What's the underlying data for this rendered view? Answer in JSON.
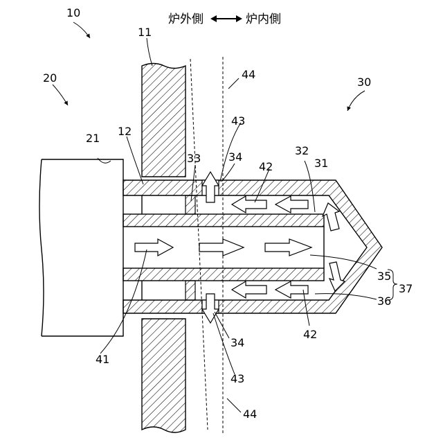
{
  "header": {
    "outside_side": "炉外側",
    "inside_side": "炉内側"
  },
  "labels": {
    "system": "10",
    "furnace_wall": "11",
    "wall_opening": "12",
    "unit_20": "20",
    "unit_20_body": "21",
    "lance": "30",
    "inner_tube": "31",
    "outer_tube": "32",
    "spacer": "33",
    "port": "34",
    "passage_35": "35",
    "passage_36": "36",
    "passage_group": "37",
    "flow_41": "41",
    "flow_42": "42",
    "flow_43": "43",
    "boundary_44": "44"
  },
  "colors": {
    "line": "#000000",
    "hatch": "#000000",
    "background": "#ffffff"
  },
  "icons": {
    "double_arrow": "left-right-arrow-icon",
    "flow_arrow": "block-arrow-icon"
  }
}
